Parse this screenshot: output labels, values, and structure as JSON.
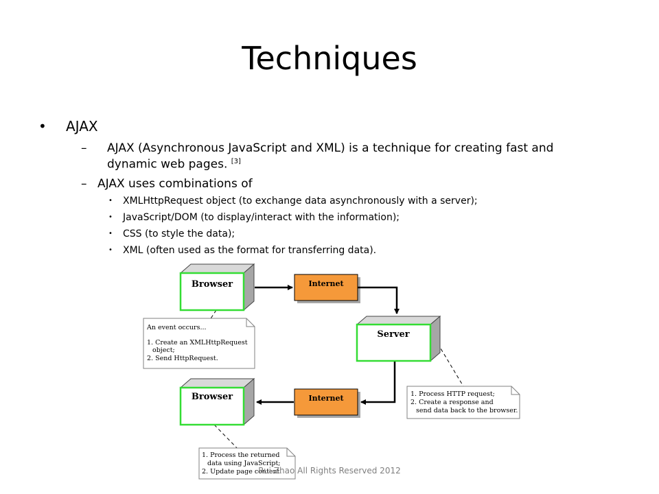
{
  "slide": {
    "title": "Techniques",
    "footer": "Rui Zhao All Rights Reserved 2012",
    "bullets": {
      "level1": "AJAX",
      "level2_1": "AJAX (Asynchronous JavaScript and XML) is a technique for creating fast and dynamic web pages.",
      "level2_1_ref": "[3]",
      "level2_2": "AJAX uses combinations of",
      "level3": [
        "XMLHttpRequest object (to exchange data asynchronously with a server);",
        "JavaScript/DOM (to display/interact with the information);",
        "CSS (to style the data);",
        "XML (often used as the format for transferring data)."
      ]
    }
  },
  "diagram": {
    "colors": {
      "browser_border": "#33dd33",
      "internet_fill": "#f5993a",
      "side_gray": "#a6a6a6",
      "note_border": "#808080"
    },
    "nodes": {
      "browser_top": "Browser",
      "internet_top": "Internet",
      "server": "Server",
      "browser_bottom": "Browser",
      "internet_bottom": "Internet"
    },
    "notes": {
      "event": [
        "An event occurs...",
        "1. Create an XMLHttpRequest",
        "object;",
        "2. Send HttpRequest."
      ],
      "server": [
        "1. Process HTTP request;",
        "2. Create a response and",
        "send data back to the browser."
      ],
      "process": [
        "1. Process the returned",
        "data using JavaScript;",
        "2. Update page content."
      ]
    }
  }
}
